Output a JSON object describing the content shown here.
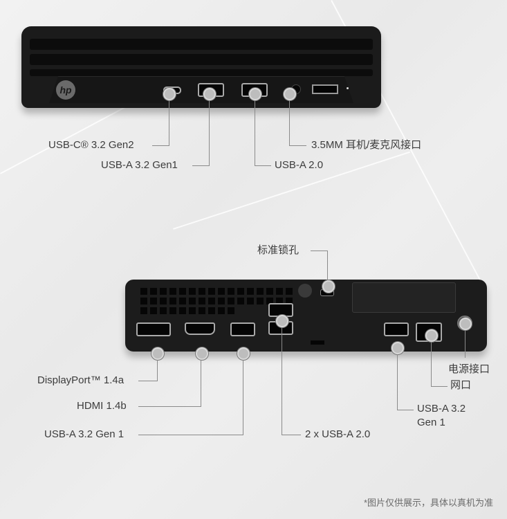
{
  "front_view": {
    "labels": {
      "usb_c": "USB-C® 3.2 Gen2",
      "usb_a_gen1": "USB-A 3.2 Gen1",
      "usb_a_20": "USB-A 2.0",
      "audio": "3.5MM 耳机/麦克风接口"
    },
    "logo": "hp"
  },
  "rear_view": {
    "labels": {
      "lock": "标准锁孔",
      "displayport": "DisplayPort™ 1.4a",
      "hdmi": "HDMI 1.4b",
      "usb_a_gen1_left": "USB-A 3.2 Gen 1",
      "usb_a_20_dual": "2 x USB-A 2.0",
      "usb_a_gen1_right_line1": "USB-A 3.2",
      "usb_a_gen1_right_line2": "Gen 1",
      "network": "网口",
      "power": "电源接口"
    },
    "port_icons": [
      "displayport-icon",
      "hdmi-icon",
      "usb-ss-icon",
      "usb-icon",
      "usb-ss-icon",
      "network-icon",
      "power-icon"
    ]
  },
  "footnote": "*图片仅供展示，具体以真机为准"
}
